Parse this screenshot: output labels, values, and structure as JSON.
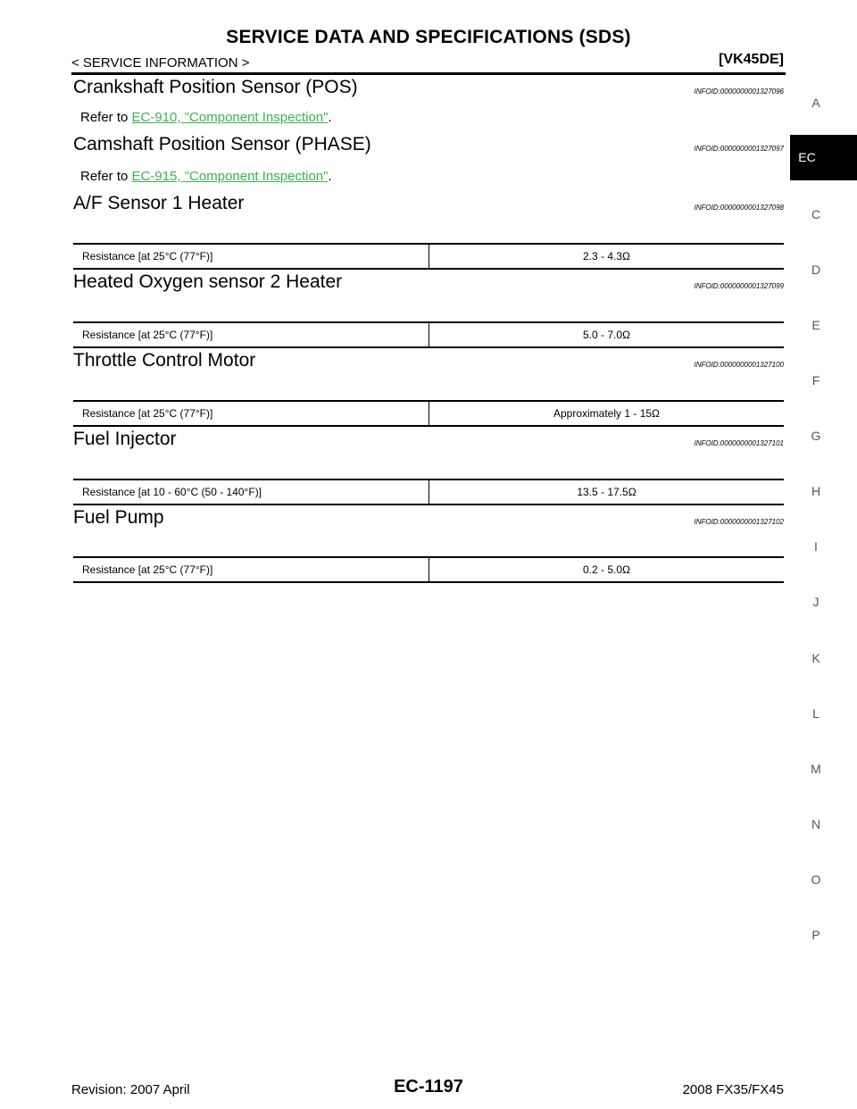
{
  "header": {
    "title": "SERVICE DATA AND SPECIFICATIONS (SDS)",
    "breadcrumb": "< SERVICE INFORMATION >",
    "model_code": "[VK45DE]"
  },
  "sections": {
    "crankshaft": {
      "title": "Crankshaft Position Sensor (POS)",
      "infoid": "INFOID:0000000001327096",
      "ref_prefix": "Refer to ",
      "ref_link": "EC-910, \"Component Inspection\"",
      "ref_suffix": "."
    },
    "camshaft": {
      "title": "Camshaft Position Sensor (PHASE)",
      "infoid": "INFOID:0000000001327097",
      "ref_prefix": "Refer to ",
      "ref_link": "EC-915, \"Component Inspection\"",
      "ref_suffix": "."
    },
    "af_sensor": {
      "title": "A/F Sensor 1 Heater",
      "infoid": "INFOID:0000000001327098",
      "label": "Resistance [at 25°C (77°F)]",
      "value": "2.3 - 4.3Ω"
    },
    "ho2s2": {
      "title": "Heated Oxygen sensor 2 Heater",
      "infoid": "INFOID:0000000001327099",
      "label": "Resistance [at 25°C (77°F)]",
      "value": "5.0 - 7.0Ω"
    },
    "throttle": {
      "title": "Throttle Control Motor",
      "infoid": "INFOID:0000000001327100",
      "label": "Resistance [at 25°C (77°F)]",
      "value": "Approximately 1 - 15Ω"
    },
    "injector": {
      "title": "Fuel Injector",
      "infoid": "INFOID:0000000001327101",
      "label": "Resistance [at 10 - 60°C (50 - 140°F)]",
      "value": "13.5 - 17.5Ω"
    },
    "pump": {
      "title": "Fuel Pump",
      "infoid": "INFOID:0000000001327102",
      "label": "Resistance [at 25°C (77°F)]",
      "value": "0.2 - 5.0Ω"
    }
  },
  "side_index": {
    "active": "EC",
    "letters": [
      "A",
      "C",
      "D",
      "E",
      "F",
      "G",
      "H",
      "I",
      "J",
      "K",
      "L",
      "M",
      "N",
      "O",
      "P"
    ]
  },
  "footer": {
    "revision": "Revision: 2007 April",
    "page": "EC-1197",
    "model": "2008 FX35/FX45"
  }
}
